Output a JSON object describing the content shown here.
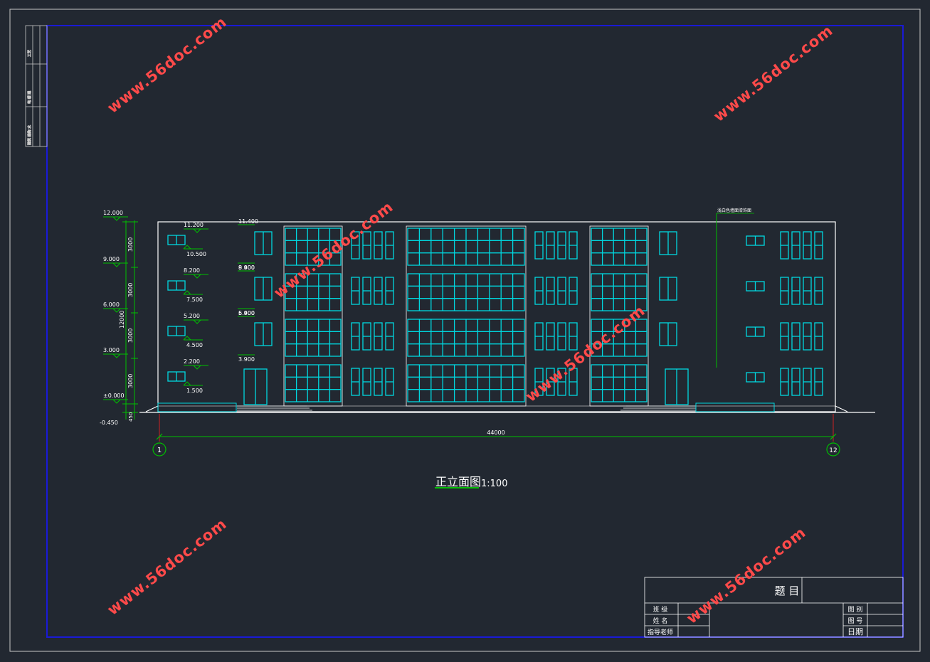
{
  "drawing": {
    "title": "正立面图",
    "scale": "1:100",
    "overall_dimension": "44000",
    "axis_start": "1",
    "axis_end": "12",
    "material_note": "浅白色墙面漆饰面",
    "storey_dimensions": [
      "3000",
      "3000",
      "3000",
      "3000"
    ],
    "total_height_dimension": "12000",
    "plinth_dimension": "450"
  },
  "levels": {
    "main": [
      "12.000",
      "9.000",
      "6.000",
      "3.000",
      "±0.000",
      "-0.450"
    ],
    "left_windows": [
      {
        "top": "11.200",
        "bottom": "10.500"
      },
      {
        "top": "8.200",
        "bottom": "7.500"
      },
      {
        "top": "5.200",
        "bottom": "4.500"
      },
      {
        "top": "2.200",
        "bottom": "1.500"
      }
    ],
    "stair_windows": [
      "11.400",
      "9.900",
      "8.400",
      "6.900",
      "5.400",
      "3.900"
    ]
  },
  "title_block": {
    "subject_label": "题 目",
    "class_label": "班 级",
    "name_label": "姓 名",
    "advisor_label": "指导老师",
    "drawing_name_label": "图 别",
    "drawing_no_label": "图 号",
    "date_label": "日期"
  },
  "left_strip": [
    "工艺",
    "电 暖 通",
    "建筑 结构 水"
  ],
  "watermark": "www.56doc.com",
  "colors": {
    "background": "#222831",
    "frame_blue": "#1a1ad6",
    "outline": "#ffffff",
    "window_cyan": "#00d8e0",
    "dimension_green": "#00c000",
    "watermark_red": "#ff4a4a"
  }
}
